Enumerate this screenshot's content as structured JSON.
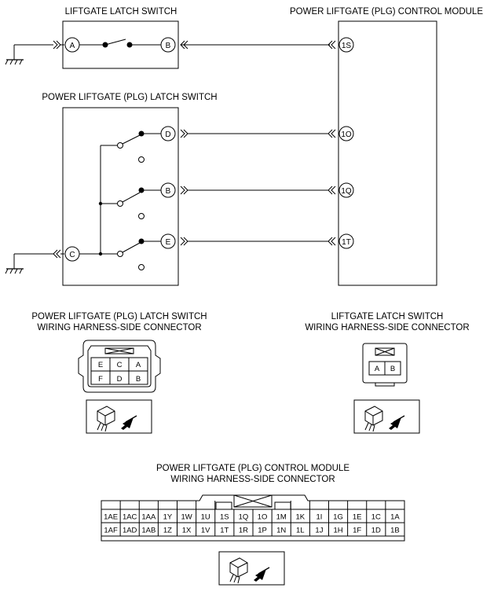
{
  "labels": {
    "liftgate_latch_switch": "LIFTGATE LATCH SWITCH",
    "plg_control_module": "POWER LIFTGATE (PLG) CONTROL MODULE",
    "plg_latch_switch": "POWER LIFTGATE (PLG) LATCH SWITCH",
    "plg_latch_connector_line1": "POWER LIFTGATE (PLG) LATCH SWITCH",
    "plg_latch_connector_line2": "WIRING HARNESS-SIDE CONNECTOR",
    "latch_connector_line1": "LIFTGATE LATCH SWITCH",
    "latch_connector_line2": "WIRING HARNESS-SIDE CONNECTOR",
    "module_connector_line1": "POWER LIFTGATE (PLG) CONTROL MODULE",
    "module_connector_line2": "WIRING HARNESS-SIDE CONNECTOR"
  },
  "terminals": {
    "latch_a": "A",
    "latch_b": "B",
    "module_1s": "1S",
    "plg_d": "D",
    "plg_b": "B",
    "plg_e": "E",
    "plg_c": "C",
    "module_1o": "1O",
    "module_1q": "1Q",
    "module_1t": "1T"
  },
  "plg_latch_connector": {
    "row1": [
      "E",
      "C",
      "A"
    ],
    "row2": [
      "F",
      "D",
      "B"
    ]
  },
  "latch_connector": {
    "row1": [
      "A",
      "B"
    ]
  },
  "module_connector": {
    "row1": [
      "1AE",
      "1AC",
      "1AA",
      "1Y",
      "1W",
      "1U",
      "1S",
      "1Q",
      "1O",
      "1M",
      "1K",
      "1I",
      "1G",
      "1E",
      "1C",
      "1A"
    ],
    "row2": [
      "1AF",
      "1AD",
      "1AB",
      "1Z",
      "1X",
      "1V",
      "1T",
      "1R",
      "1P",
      "1N",
      "1L",
      "1J",
      "1H",
      "1F",
      "1D",
      "1B"
    ]
  },
  "icons": [
    "ground-symbol",
    "connector-view-icon"
  ]
}
